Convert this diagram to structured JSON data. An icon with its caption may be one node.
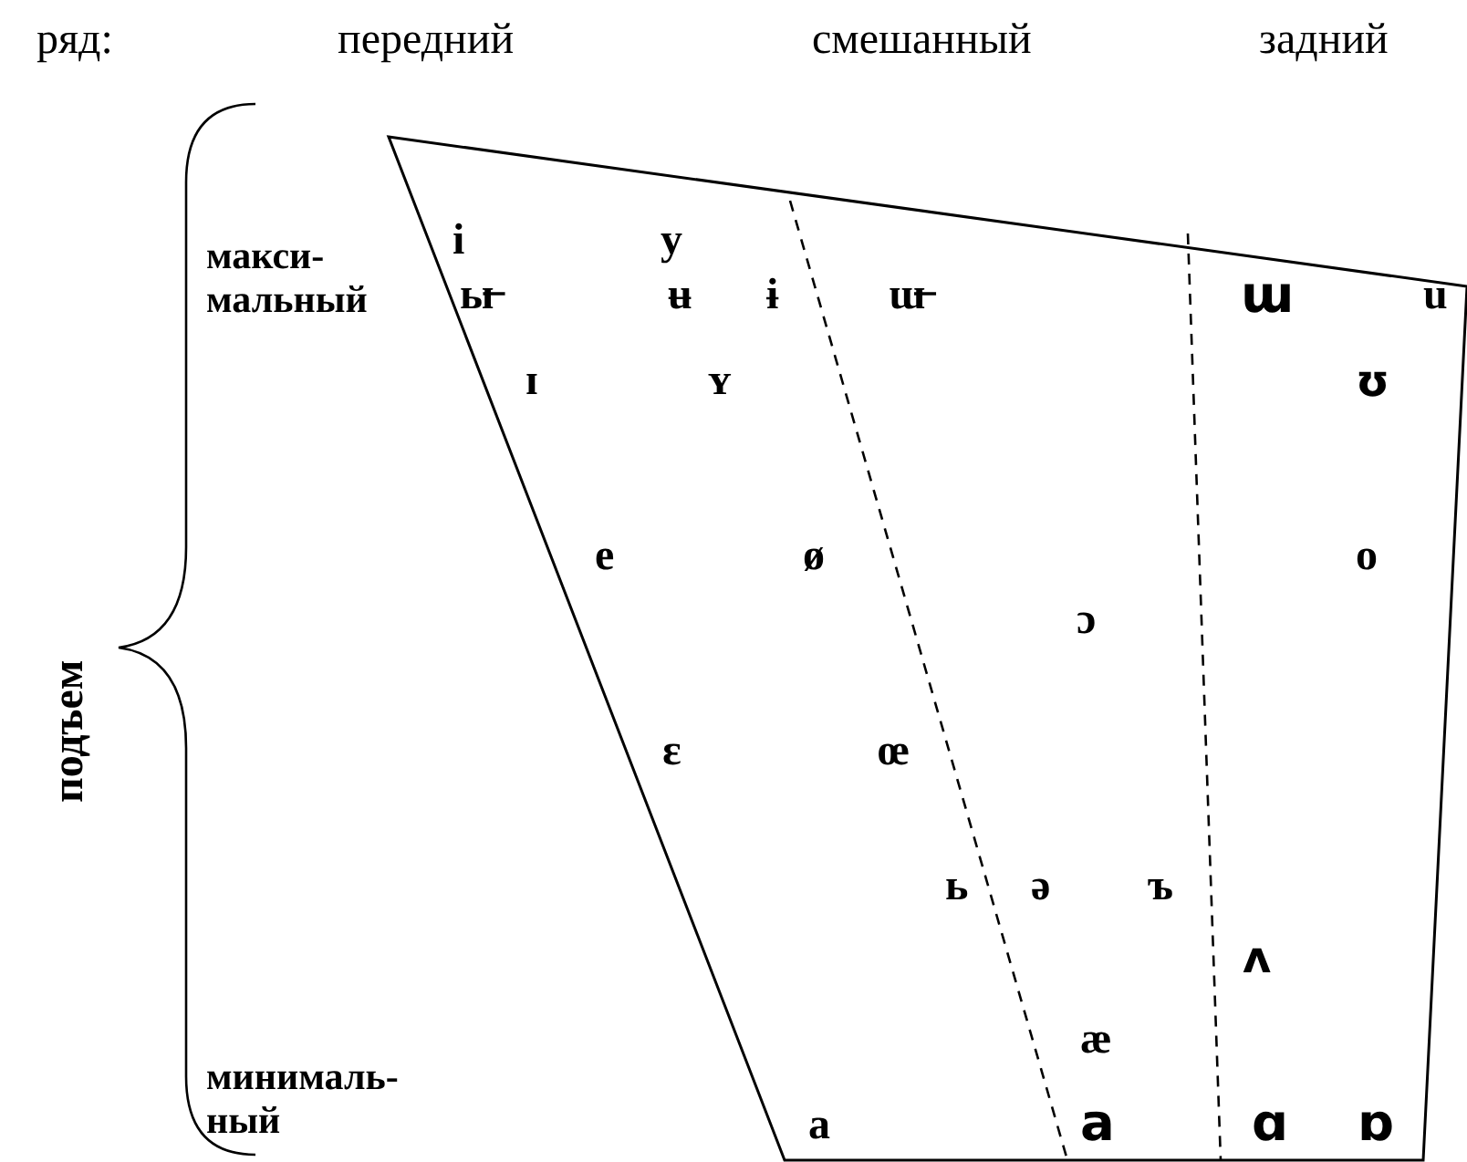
{
  "diagram": {
    "labels": [
      "ряд:",
      "передний",
      "смешанный",
      "задний",
      "подъем",
      "макси- мальный",
      "i",
      "y",
      "ы̶",
      "ʉ",
      "ɨ",
      "ɯ̶",
      "ɯ",
      "u",
      "ɪ",
      "ʏ",
      "ʊ",
      "e",
      "ø",
      "o",
      "ɔ",
      "ɛ",
      "œ",
      "ь",
      "ə",
      "ъ",
      "ʌ",
      "минималь- ный",
      "æ",
      "a",
      "a",
      "ɑ",
      "ɒ"
    ]
  }
}
